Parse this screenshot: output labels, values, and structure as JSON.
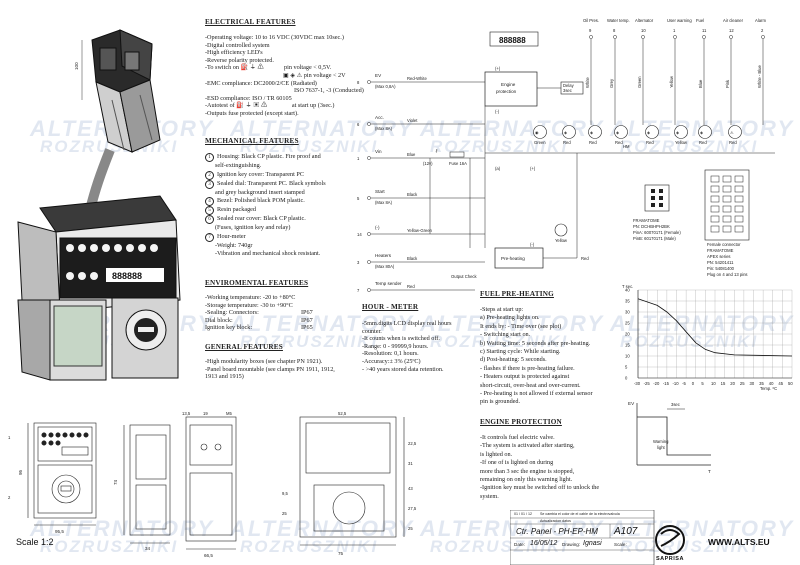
{
  "electrical": {
    "title": "ELECTRICAL FEATURES",
    "lines": [
      "-Operating voltage: 10 to 16 VDC (30VDC max 10sec.)",
      "-Digital controlled system",
      "-High efficiency LED's",
      "-Reverse polarity protected.",
      "-To switch on",
      "pin voltage < 0,5V.",
      "pin voltage < 2V",
      "-EMC compliance:  DC2000/2/CE  (Radiated)",
      "ISO 7637-1, -3 (Conducted)",
      "-ESD compliance:      ISO / TR 60105",
      "-Autotest of",
      "at start up (3sec.)",
      "-Outputs fuse protected (except start)."
    ]
  },
  "mechanical": {
    "title": "MECHANICAL FEATURES",
    "items": [
      {
        "num": "1",
        "text": "Housing: Black CP plastic. Fire proof and"
      },
      {
        "num": "",
        "text": "self-extinguishing."
      },
      {
        "num": "2",
        "text": "Ignition key cover: Transparent PC"
      },
      {
        "num": "3",
        "text": "Sealed dial: Transparent PC. Black symbols"
      },
      {
        "num": "",
        "text": "and grey background insert stamped"
      },
      {
        "num": "4",
        "text": "Bezel: Polished black POM plastic."
      },
      {
        "num": "5",
        "text": "Resin packaged"
      },
      {
        "num": "6",
        "text": "Sealed rear cover: Black CP plastic."
      },
      {
        "num": "",
        "text": "(Fuses, ignition key and relay)"
      },
      {
        "num": "7",
        "text": "Hour-meter"
      },
      {
        "num": "",
        "text": "-Weight: 740gr"
      },
      {
        "num": "",
        "text": "-Vibration and mechanical shock resistant."
      }
    ]
  },
  "environmental": {
    "title": "ENVIROMENTAL FEATURES",
    "lines": [
      {
        "a": "-Working temperature:",
        "b": "-20 to +80°C",
        "c": ""
      },
      {
        "a": "-Storage temperature:",
        "b": "-30 to +90°C",
        "c": ""
      },
      {
        "a": "-Sealing:   Connectors:",
        "b": "",
        "c": "IP67"
      },
      {
        "a": "                 Dial block:",
        "b": "",
        "c": "IP67"
      },
      {
        "a": "                 Ignition key block:",
        "b": "",
        "c": "IP65"
      }
    ]
  },
  "general": {
    "title": "GENERAL FEATURES",
    "lines": [
      "-High modularity boxes (see chapter PN 1921).",
      "-Panel board mountable (see clamps PN 1911, 1912,",
      "1913 and 1915)"
    ]
  },
  "hour_meter": {
    "title": "HOUR - METER",
    "lines": [
      "-5mm.digits LCD display real hours",
      "counter.",
      "-It counts when      is switched off.",
      "-Range: 0 - 99999,9 hours.",
      "-Resolution: 0,1 hours.",
      "-Accuracy:± 3% (25ºC)",
      "- >40 years stored data retention."
    ]
  },
  "fuel_preheating": {
    "title": "FUEL PRE-HEATING",
    "lines": [
      "-Steps at start up:",
      "  a) Pre-heating       lights on.",
      "       It ends by:  - Time over (see plot)",
      "                         - Switching start on.",
      "  b) Waiting time: 5 seconds after pre-heating.",
      "  c) Starting cycle: While starting.",
      "  d) Post-heating: 5 seconds.",
      "-      flashes if there is pre-heating failure.",
      "- Heaters output is protected against",
      "short-circuit, over-heat and over-current.",
      "- Pre-heating is not allowed if external sensor",
      "pin is grounded."
    ]
  },
  "engine_protection": {
    "title": "ENGINE PROTECTION",
    "lines": [
      "-It controls fuel electric valve.",
      "-The system is activated after starting,",
      "      is lighted on.",
      "-If one of                          is lighted on during",
      "more than 3 sec the engine is stopped,",
      "remaining on only this warning light.",
      "-Ignition key must be switched off to unlock the",
      "system."
    ]
  },
  "plot": {
    "ylabel": "T sec.",
    "xlabel": "Temp. ºC",
    "y_ticks": [
      "40",
      "35",
      "30",
      "25",
      "20",
      "15",
      "10",
      "5",
      "0"
    ],
    "x_ticks": [
      "-30",
      "-25",
      "-20",
      "-15",
      "-10",
      "-5",
      "0",
      "5",
      "10",
      "15",
      "20",
      "25",
      "30",
      "35",
      "40",
      "45",
      "50"
    ]
  },
  "timing": {
    "ev_label": "EV",
    "three_sec": "3sec",
    "warning_label": "Warning",
    "warning_label2": "light",
    "t_label": "T"
  },
  "schematic": {
    "top_labels": [
      {
        "name": "Oil Pres.",
        "num": "9"
      },
      {
        "name": "Water temp.",
        "num": "8"
      },
      {
        "name": "Alternator",
        "num": "10"
      },
      {
        "name": "User warning",
        "num": "1"
      },
      {
        "name": "Fuel",
        "num": "11"
      },
      {
        "name": "Air cleaner",
        "num": "12"
      },
      {
        "name": "Alarm",
        "num": "2"
      }
    ],
    "wire_colors": [
      "White",
      "Grey",
      "Green",
      "Yellow",
      "Blue",
      "Pink",
      "White - Blue"
    ],
    "lamp_colors": [
      "Green",
      "Red",
      "Red",
      "Red",
      "Red",
      "Yellow",
      "Red",
      "Red"
    ],
    "left_terminals": [
      {
        "num": "8",
        "label": "EV",
        "sub": "(Max 0,8A)",
        "wire": "Red-White"
      },
      {
        "num": "6",
        "label": "Acc.",
        "sub": "(Max 8A)",
        "wire": "Violet"
      },
      {
        "num": "1",
        "label": "Vin",
        "sub": "",
        "wire": "Blue"
      },
      {
        "num": "5",
        "label": "Start",
        "sub": "(Max 8A)",
        "wire": "Black"
      },
      {
        "num": "14",
        "label": "(-)",
        "sub": "",
        "wire": "Yellow-Green"
      },
      {
        "num": "3",
        "label": "Heaters",
        "sub": "(Max 80A)",
        "wire": "Black"
      },
      {
        "num": "7",
        "label": "Temp sender",
        "sub": "",
        "wire": "Red"
      }
    ],
    "engine_protection_box": "Engine protection",
    "delay_box": "Delay 3sec",
    "pre_heating_box": "Pre-heating",
    "output_check": "Output Check",
    "fuse_label": "Fuse 16A",
    "v12": "(12v)",
    "lcd_digits": "888888",
    "plus": "(+)",
    "minus": "(-)",
    "pin_a": "(a)",
    "yellow": "Yellow",
    "red": "Red",
    "hm": "HM"
  },
  "connector": {
    "male_lines": [
      "FRAMATOME",
      "PN: DCHBHPH2BK",
      "PinA: 60070171 (Female)",
      "PinB: 60170171 (Male)"
    ],
    "female_lines": [
      "Female connector",
      "FRAMATOME",
      "APEX series",
      "PN: 54201411",
      "Pin: 54081400",
      "Plug on 4 and 13 pins"
    ]
  },
  "dimensions": {
    "side_height": "100",
    "side_width": "95,5",
    "side_height2": "95",
    "front_width": "75",
    "front_height": "74",
    "top_a": "13,5",
    "top_b": "19",
    "top_c": "M5",
    "top_d": "52,5",
    "bottom": "66,5",
    "bottom2": "34",
    "right_a": "22,5",
    "right_b": "31",
    "right_c": "43",
    "right_d": "27,5",
    "right_e": "25",
    "m_small": "9,5",
    "m_small2": "25"
  },
  "title_block": {
    "rev1": "01 / 01 / 12",
    "rev1_text": "Se cambia el color de el cable de la electrovalvula",
    "rev2_text": "Actualizacion datos",
    "title": "Ctr. Panel - PH-EP-HM",
    "number": "A107",
    "date_label": "Date:",
    "date": "16/05/12",
    "drawing_label": "Drawing:",
    "drawn_by": "Ignasi",
    "scale_label": "Scale:",
    "brand": "SAPRISA",
    "website": "WWW.ALTS.EU"
  },
  "scale": "Scale 1:2",
  "watermark": {
    "line1": "ALTERNATORY",
    "line2": "ROZRUSZNIKI"
  }
}
